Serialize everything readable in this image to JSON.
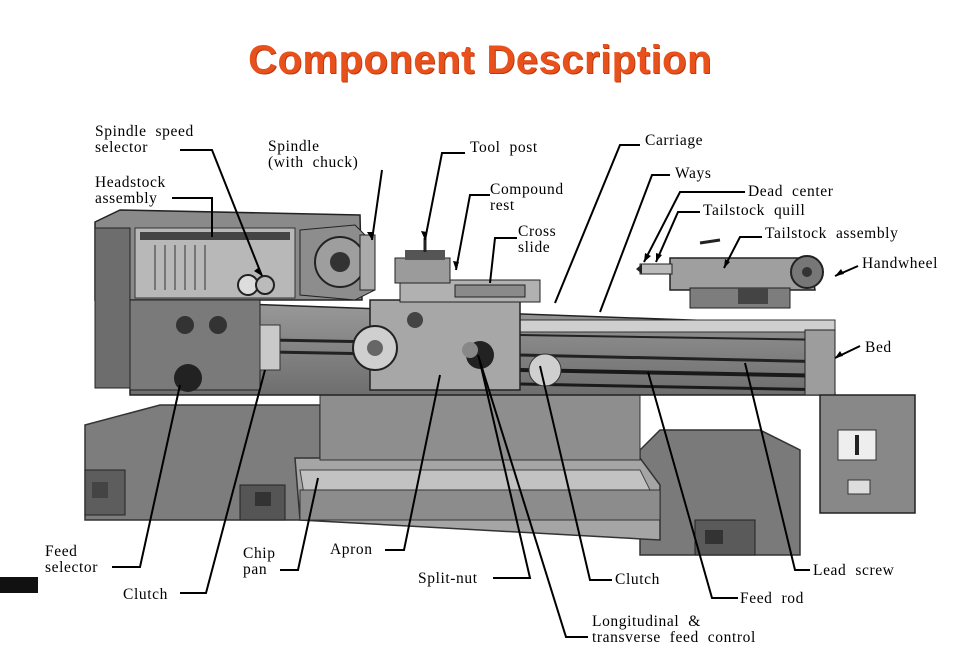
{
  "title": "Component Description",
  "labels": {
    "spindle_speed_selector": "Spindle  speed\nselector",
    "spindle_with_chuck": "Spindle\n(with  chuck)",
    "tool_post": "Tool  post",
    "carriage": "Carriage",
    "headstock_assembly": "Headstock\nassembly",
    "compound_rest": "Compound\nrest",
    "ways": "Ways",
    "dead_center": "Dead  center",
    "tailstock_quill": "Tailstock  quill",
    "cross_slide": "Cross\nslide",
    "tailstock_assembly": "Tailstock  assembly",
    "handwheel": "Handwheel",
    "bed": "Bed",
    "feed_selector": "Feed\nselector",
    "chip_pan": "Chip\npan",
    "apron": "Apron",
    "clutch_left": "Clutch",
    "split_nut": "Split-nut",
    "clutch_right": "Clutch",
    "lead_screw": "Lead  screw",
    "feed_rod": "Feed  rod",
    "longitudinal_transverse": "Longitudinal  &\ntransverse  feed  control"
  },
  "colors": {
    "title": "#e8511b"
  }
}
